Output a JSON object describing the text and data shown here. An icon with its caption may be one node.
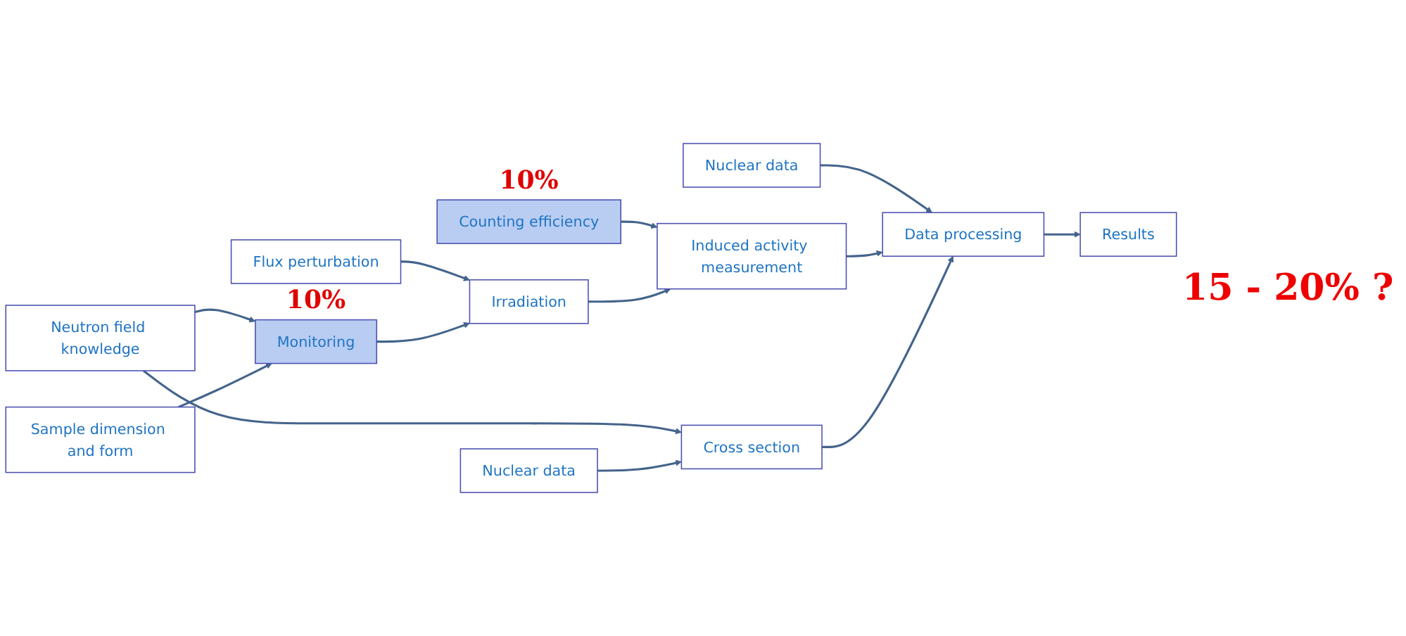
{
  "diagram": {
    "nodes": [
      {
        "text": [
          "Flux perturbation"
        ]
      },
      {
        "text": [
          "Counting efficiency"
        ],
        "beside": [
          "10%"
        ]
      },
      {
        "text": [
          "Nuclear data"
        ]
      },
      {
        "text": [
          "Irradiation"
        ]
      },
      {
        "text": [
          "Induced activity measurement"
        ]
      },
      {
        "text": [
          "Data processing"
        ]
      },
      {
        "text": [
          "Results"
        ]
      },
      {
        "text": [
          "Monitoring"
        ],
        "beside": [
          "10%"
        ]
      },
      {
        "text": [
          "Neutron field knowledge"
        ]
      },
      {
        "text": [
          "Cross section"
        ]
      },
      {
        "text": [
          "Sample dimension and form"
        ]
      },
      {
        "text": [
          "Nuclear data"
        ]
      }
    ],
    "edges": [
      {
        "from": 0,
        "to": 3,
        "arrow": "to"
      },
      {
        "from": 1,
        "to": 4,
        "arrow": "to"
      },
      {
        "from": 2,
        "to": 5,
        "arrow": "to"
      },
      {
        "from": 3,
        "to": 4,
        "arrow": "to"
      },
      {
        "from": 4,
        "to": 5,
        "arrow": "to"
      },
      {
        "from": 5,
        "to": 6,
        "arrow": "to"
      },
      {
        "from": 7,
        "to": 3,
        "arrow": "to"
      },
      {
        "from": 8,
        "to": 7,
        "arrow": "to"
      },
      {
        "from": 8,
        "to": 9,
        "arrow": "to"
      },
      {
        "from": 9,
        "to": 5,
        "arrow": "to"
      },
      {
        "from": 10,
        "to": 7,
        "arrow": "to"
      },
      {
        "from": 11,
        "to": 9,
        "arrow": "to"
      }
    ],
    "labels": [
      "15 - 20% ?"
    ]
  }
}
